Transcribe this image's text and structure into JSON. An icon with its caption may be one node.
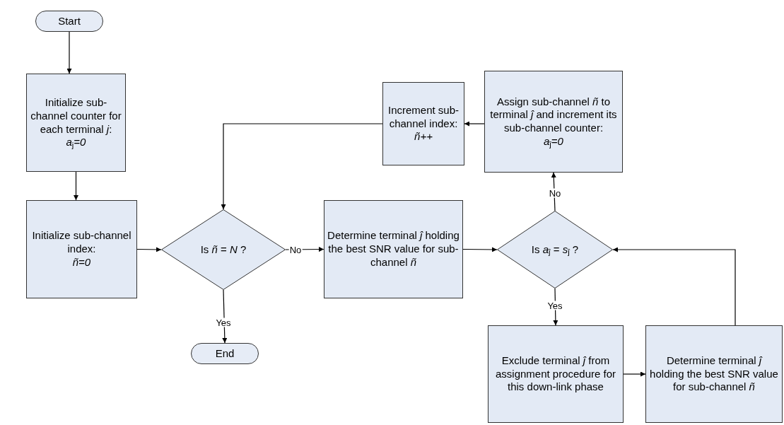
{
  "diagram": {
    "nodes": [
      {
        "text": [
          "Start"
        ]
      },
      {
        "text": [
          "Initialize sub-channel counter for each terminal *j*:",
          "*a*$_{j}$*=0*"
        ]
      },
      {
        "text": [
          "Initialize sub-channel index:",
          "*ñ=0*"
        ]
      },
      {
        "text": [
          "Is *ñ* = *N* ?"
        ]
      },
      {
        "text": [
          "End"
        ]
      },
      {
        "text": [
          "Determine terminal *ĵ* holding the best SNR value for sub-channel *ñ*"
        ]
      },
      {
        "text": [
          "Is *a*$_{ĵ}$ = *s*$_{ĵ}$ ?"
        ]
      },
      {
        "text": [
          "Assign sub-channel *ñ* to terminal *ĵ* and increment its sub-channel counter:",
          "*a*$_{ĵ}$*=0*"
        ]
      },
      {
        "text": [
          "Increment sub-channel index:",
          "*ñ++*"
        ]
      },
      {
        "text": [
          "Exclude terminal *ĵ* from assignment procedure for this down-link phase"
        ]
      },
      {
        "text": [
          "Determine terminal *ĵ* holding the best SNR value for sub-channel *ñ*"
        ]
      }
    ],
    "edges": [
      {
        "from": 0,
        "to": 1,
        "arrow": "to"
      },
      {
        "from": 1,
        "to": 2,
        "arrow": "to"
      },
      {
        "from": 2,
        "to": 3,
        "arrow": "to"
      },
      {
        "from": 3,
        "to": 5,
        "arrow": "to",
        "label": "No"
      },
      {
        "from": 3,
        "to": 4,
        "arrow": "to",
        "label": "Yes"
      },
      {
        "from": 5,
        "to": 6,
        "arrow": "to"
      },
      {
        "from": 6,
        "to": 7,
        "arrow": "to",
        "label": "No"
      },
      {
        "from": 7,
        "to": 8,
        "arrow": "to"
      },
      {
        "from": 8,
        "to": 3,
        "arrow": "to"
      },
      {
        "from": 6,
        "to": 9,
        "arrow": "to",
        "label": "Yes"
      },
      {
        "from": 9,
        "to": 10,
        "arrow": "to"
      },
      {
        "from": 10,
        "to": 6,
        "arrow": "to"
      }
    ]
  }
}
